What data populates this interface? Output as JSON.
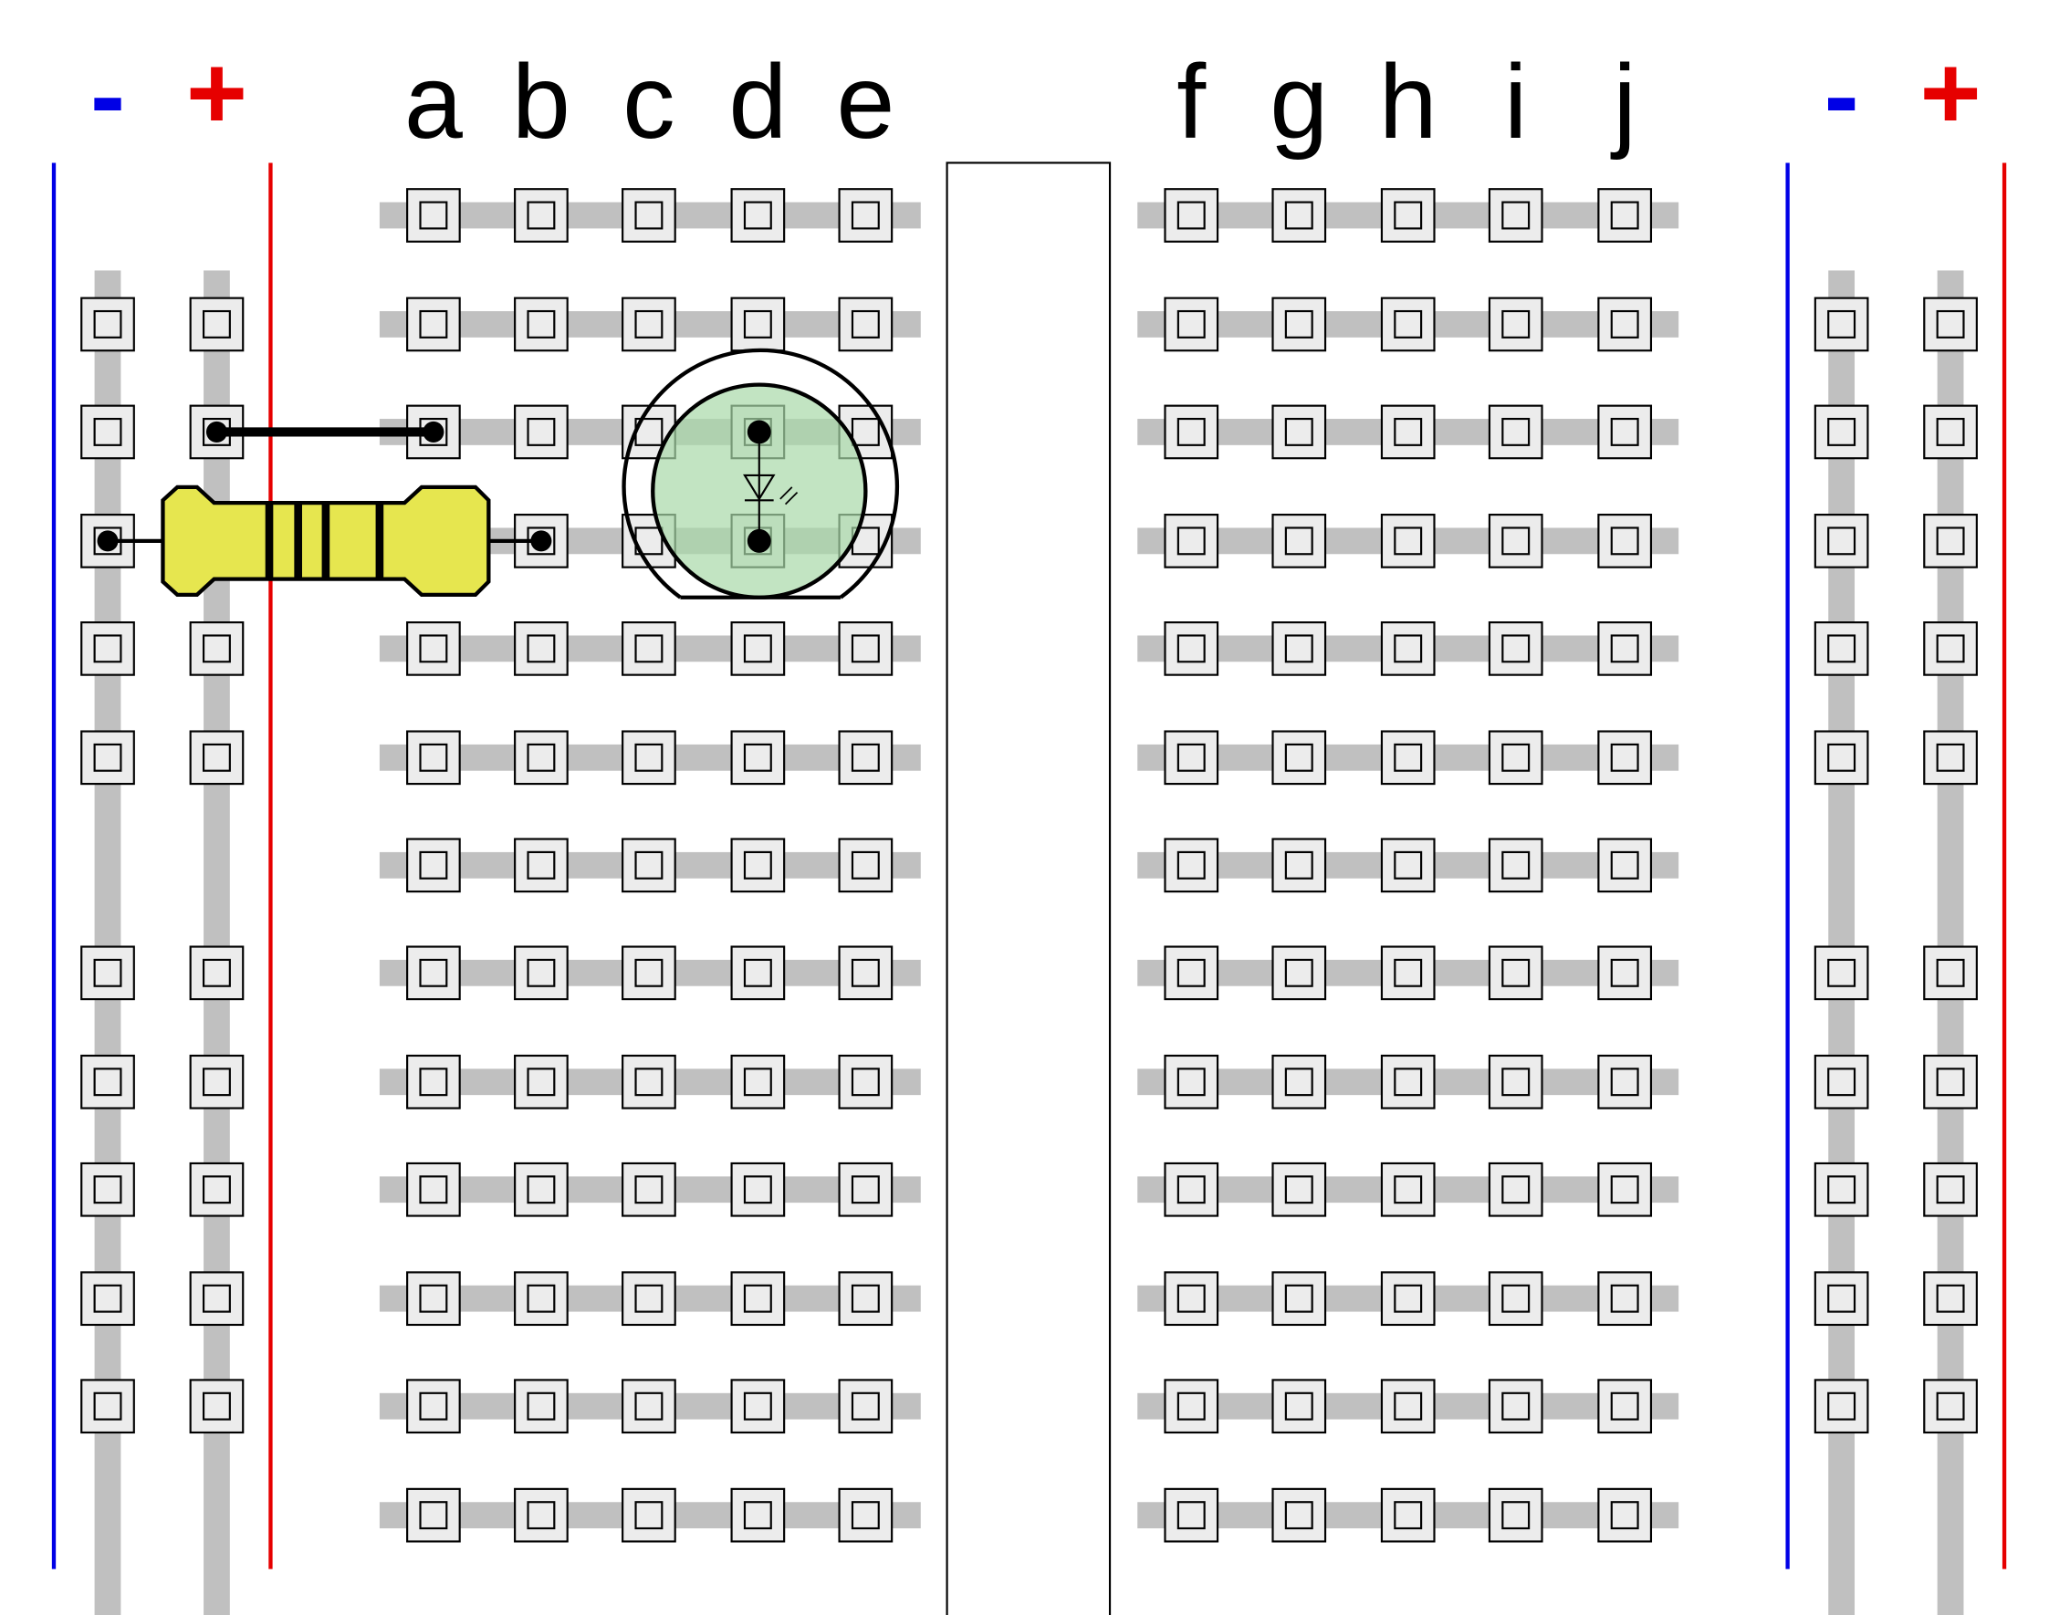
{
  "breadboard": {
    "left_columns": [
      "a",
      "b",
      "c",
      "d",
      "e"
    ],
    "right_columns": [
      "f",
      "g",
      "h",
      "i",
      "j"
    ],
    "rail_minus_label": "-",
    "rail_plus_label": "+",
    "colors": {
      "minus_rail": "#0000e6",
      "plus_rail": "#e60000",
      "strip": "#c0c0c0",
      "hole_fill": "#ececec",
      "resistor_body": "#e6e64f",
      "led_fill": "#a8d8a8"
    }
  },
  "components": {
    "wire": {
      "from": "+ rail",
      "to": "a"
    },
    "resistor": {
      "from": "- rail",
      "to": "b"
    },
    "led": {
      "column": "d"
    }
  }
}
